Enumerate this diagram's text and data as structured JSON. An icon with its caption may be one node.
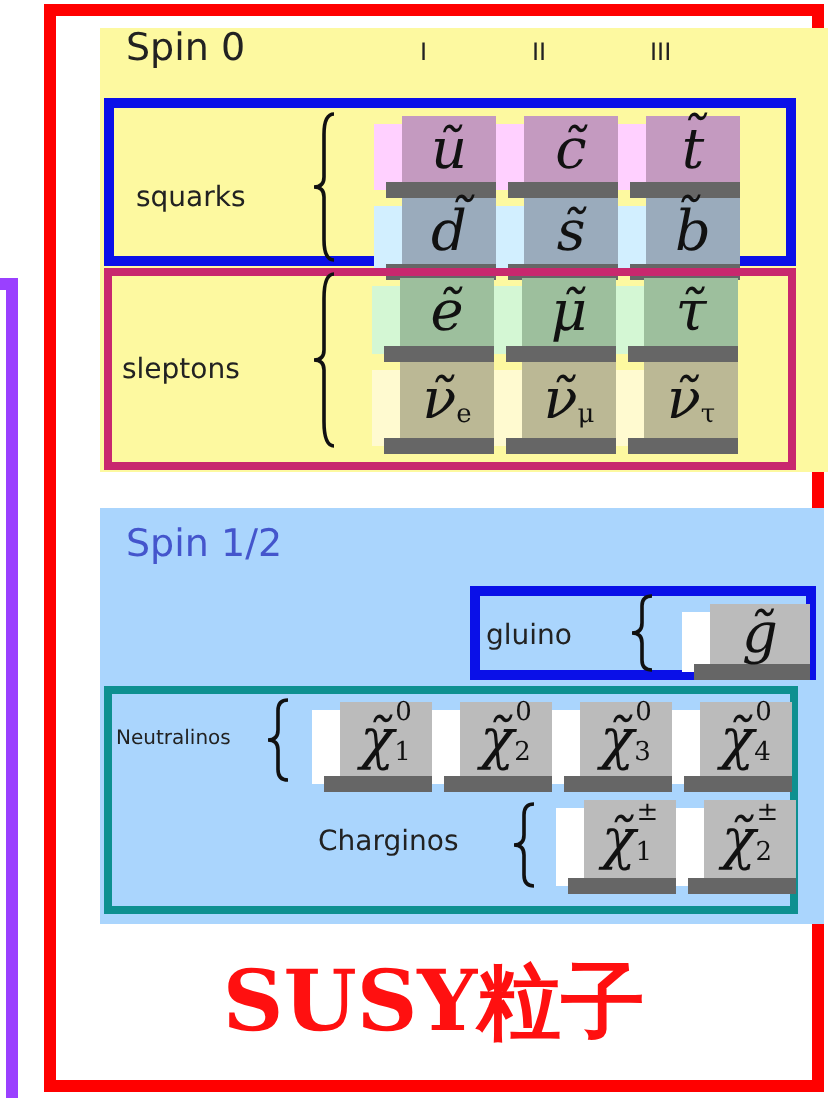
{
  "diagram": {
    "nodes": [
      {
        "text": [
          "SUSY粒子"
        ]
      },
      {
        "text": [
          "Spin 0"
        ],
        "in": 0
      },
      {
        "text": [
          "squarks"
        ],
        "in": 1
      },
      {
        "text": [
          "ũ"
        ],
        "in": 2
      },
      {
        "text": [
          "c̃"
        ],
        "in": 2
      },
      {
        "text": [
          "t̃"
        ],
        "in": 2
      },
      {
        "text": [
          "d̃"
        ],
        "in": 2
      },
      {
        "text": [
          "s̃"
        ],
        "in": 2
      },
      {
        "text": [
          "b̃"
        ],
        "in": 2
      },
      {
        "text": [
          "sleptons"
        ],
        "in": 1
      },
      {
        "text": [
          "ẽ"
        ],
        "in": 9
      },
      {
        "text": [
          "μ̃"
        ],
        "in": 9
      },
      {
        "text": [
          "τ̃"
        ],
        "in": 9
      },
      {
        "text": [
          "ν̃$_{e}$"
        ],
        "in": 9
      },
      {
        "text": [
          "ν̃$_{μ}$"
        ],
        "in": 9
      },
      {
        "text": [
          "ν̃$_{τ}$"
        ],
        "in": 9
      },
      {
        "text": [
          "Spin 1/2"
        ],
        "in": 0
      },
      {
        "text": [
          "gluino"
        ],
        "in": 16
      },
      {
        "text": [
          "g̃"
        ],
        "in": 17
      },
      {
        "text": [
          "Neutralinos",
          "Charginos"
        ],
        "in": 16
      },
      {
        "text": [
          "χ̃$_{1}$$^{0}$"
        ],
        "in": 19
      },
      {
        "text": [
          "χ̃$_{2}$$^{0}$"
        ],
        "in": 19
      },
      {
        "text": [
          "χ̃$_{3}$$^{0}$"
        ],
        "in": 19
      },
      {
        "text": [
          "χ̃$_{4}$$^{0}$"
        ],
        "in": 19
      },
      {
        "text": [
          "χ̃$_{1}$$^{±}$"
        ],
        "in": 19
      },
      {
        "text": [
          "χ̃$_{2}$$^{±}$"
        ],
        "in": 19
      }
    ],
    "labels": [
      "I",
      "II",
      "III"
    ]
  }
}
